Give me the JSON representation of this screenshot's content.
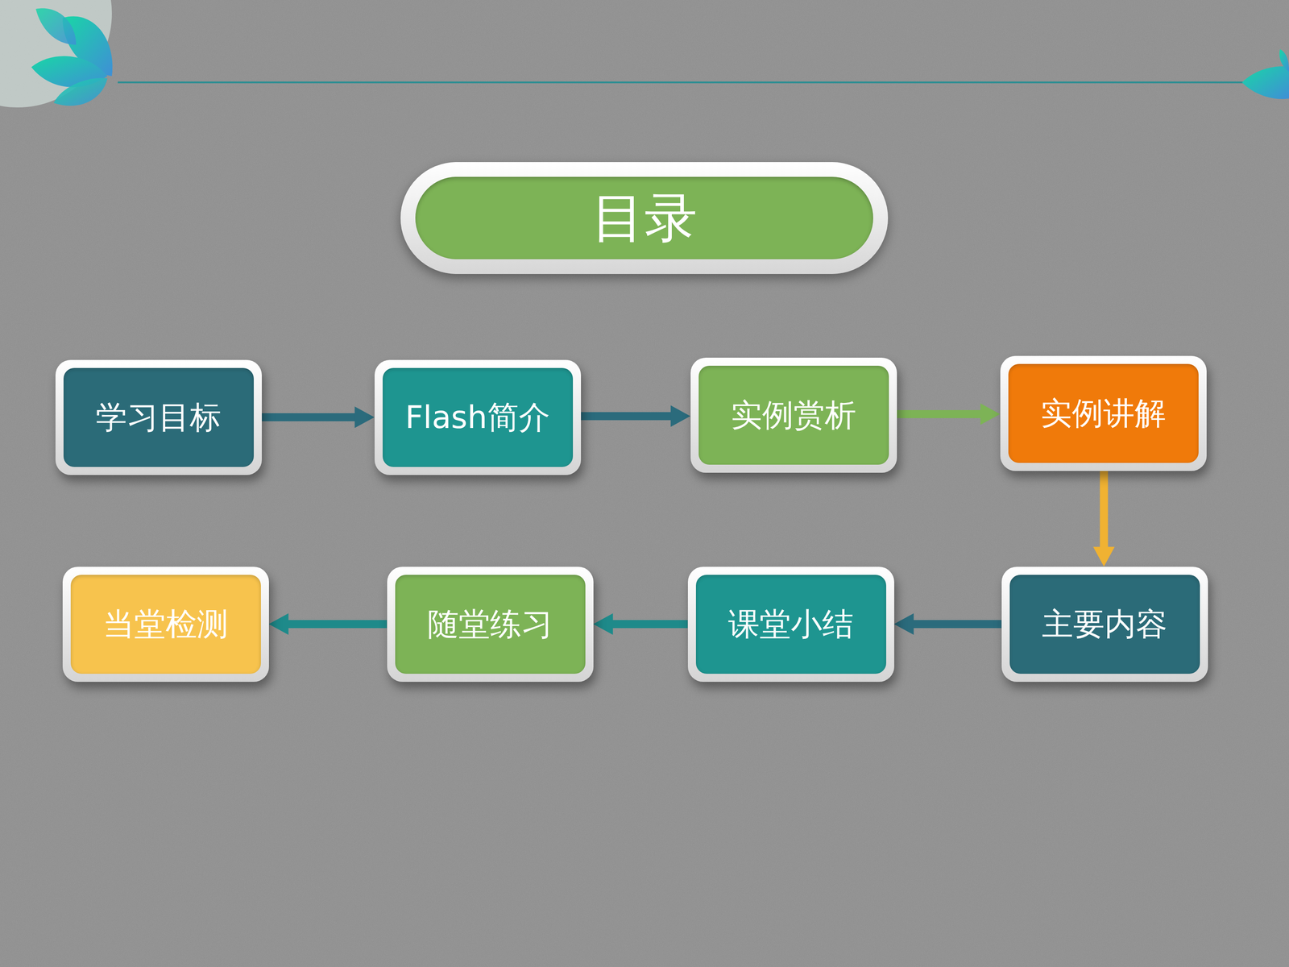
{
  "diagram": {
    "title": "目录",
    "nodes": [
      {
        "text": [
          "学习目标"
        ]
      },
      {
        "text": [
          "Flash简介"
        ]
      },
      {
        "text": [
          "实例赏析"
        ]
      },
      {
        "text": [
          "实例讲解"
        ]
      },
      {
        "text": [
          "主要内容"
        ]
      },
      {
        "text": [
          "课堂小结"
        ]
      },
      {
        "text": [
          "随堂练习"
        ]
      },
      {
        "text": [
          "当堂检测"
        ]
      }
    ],
    "edges": [
      {
        "from": 0,
        "to": 1,
        "arrow": "to"
      },
      {
        "from": 1,
        "to": 2,
        "arrow": "to"
      },
      {
        "from": 2,
        "to": 3,
        "arrow": "to"
      },
      {
        "from": 3,
        "to": 4,
        "arrow": "to"
      },
      {
        "from": 4,
        "to": 5,
        "arrow": "to"
      },
      {
        "from": 5,
        "to": 6,
        "arrow": "to"
      },
      {
        "from": 6,
        "to": 7,
        "arrow": "to"
      }
    ]
  }
}
